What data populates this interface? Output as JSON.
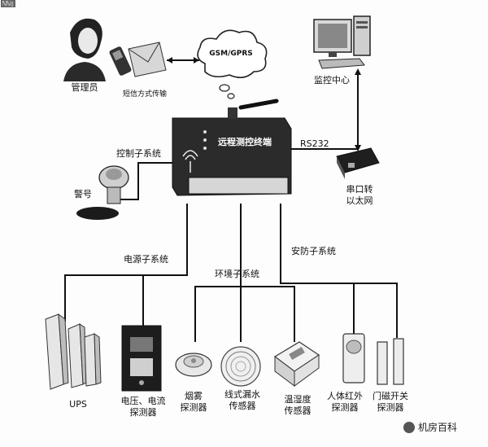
{
  "corner_tag": "ℕℕ▯",
  "labels": {
    "admin": "管理员",
    "sms": "短信方式传输",
    "cloud": "GSM/GPRS",
    "monitor": "监控中心",
    "device": "远程测控终端",
    "rs232": "RS232",
    "serial_line1": "串口转",
    "serial_line2": "以太网",
    "control": "控制子系统",
    "alarm": "警号",
    "power": "电源子系统",
    "env": "环境子系统",
    "security": "安防子系统",
    "ups": "UPS",
    "vc_line1": "电压、电流",
    "vc_line2": "探测器",
    "smoke_line1": "烟雾",
    "smoke_line2": "探测器",
    "leak_line1": "线式漏水",
    "leak_line2": "传感器",
    "th_line1": "温湿度",
    "th_line2": "传感器",
    "ir_line1": "人体红外",
    "ir_line2": "探测器",
    "door_line1": "门磁开关",
    "door_line2": "探测器"
  },
  "watermark": "机房百科"
}
